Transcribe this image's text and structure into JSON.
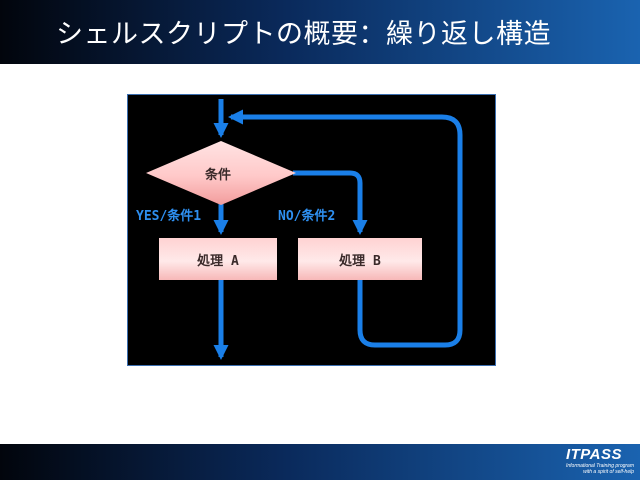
{
  "header": {
    "title": "シェルスクリプトの概要：繰り返し構造"
  },
  "flowchart": {
    "condition_label": "条件",
    "yes_label": "YES/条件1",
    "no_label": "NO/条件2",
    "process_a_label": "処理 A",
    "process_b_label": "処理 B"
  },
  "footer": {
    "logo_text": "ITPASS",
    "logo_tagline_1": "Informational Training program",
    "logo_tagline_2": "with a spirit of self-help"
  },
  "colors": {
    "arrow": "#1a7fe8",
    "diagram_bg": "#000000",
    "box_fill": "#ffe4e4",
    "label_text": "#2e8ff0"
  }
}
